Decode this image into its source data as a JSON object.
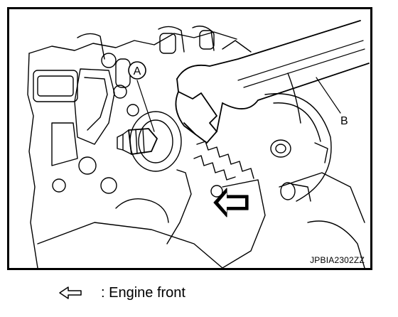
{
  "figure": {
    "callout_a": "A",
    "callout_b": "B",
    "ref_code": "JPBIA2302ZZ"
  },
  "legend": {
    "icon": "outline-arrow-left-icon",
    "text": ": Engine front"
  },
  "colors": {
    "line": "#000000",
    "background": "#ffffff"
  }
}
